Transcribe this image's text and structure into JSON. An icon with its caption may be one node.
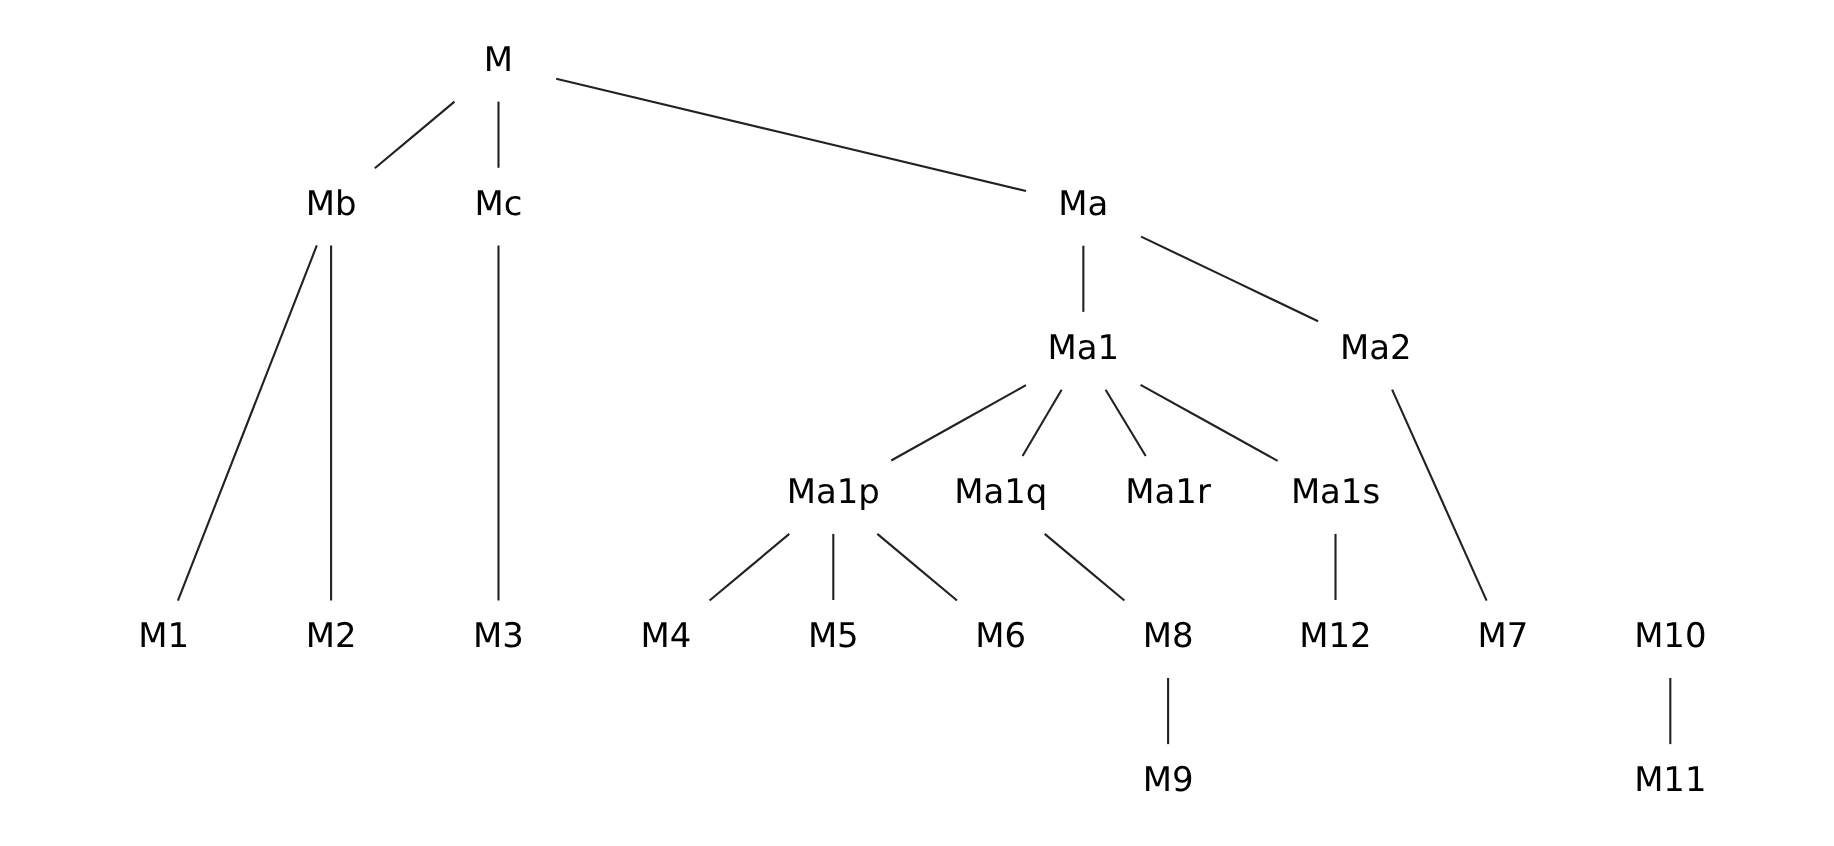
{
  "diagram": {
    "nodes": [
      {
        "text": [
          "M"
        ]
      },
      {
        "text": [
          "Mb"
        ]
      },
      {
        "text": [
          "Mc"
        ]
      },
      {
        "text": [
          "Ma"
        ]
      },
      {
        "text": [
          "Ma1"
        ]
      },
      {
        "text": [
          "Ma2"
        ]
      },
      {
        "text": [
          "Ma1p"
        ]
      },
      {
        "text": [
          "Ma1q"
        ]
      },
      {
        "text": [
          "Ma1r"
        ]
      },
      {
        "text": [
          "Ma1s"
        ]
      },
      {
        "text": [
          "M1"
        ]
      },
      {
        "text": [
          "M2"
        ]
      },
      {
        "text": [
          "M3"
        ]
      },
      {
        "text": [
          "M4"
        ]
      },
      {
        "text": [
          "M5"
        ]
      },
      {
        "text": [
          "M6"
        ]
      },
      {
        "text": [
          "M8"
        ]
      },
      {
        "text": [
          "M10"
        ]
      },
      {
        "text": [
          "M12"
        ]
      },
      {
        "text": [
          "M7"
        ]
      },
      {
        "text": [
          "M9"
        ]
      },
      {
        "text": [
          "M11"
        ]
      }
    ],
    "edges": [
      {
        "from": 0,
        "to": 1,
        "arrow": "none"
      },
      {
        "from": 0,
        "to": 2,
        "arrow": "none"
      },
      {
        "from": 0,
        "to": 3,
        "arrow": "none"
      },
      {
        "from": 3,
        "to": 4,
        "arrow": "none"
      },
      {
        "from": 3,
        "to": 5,
        "arrow": "none"
      },
      {
        "from": 4,
        "to": 6,
        "arrow": "none"
      },
      {
        "from": 4,
        "to": 7,
        "arrow": "none"
      },
      {
        "from": 4,
        "to": 8,
        "arrow": "none"
      },
      {
        "from": 4,
        "to": 9,
        "arrow": "none"
      },
      {
        "from": 1,
        "to": 10,
        "arrow": "none"
      },
      {
        "from": 1,
        "to": 11,
        "arrow": "none"
      },
      {
        "from": 2,
        "to": 12,
        "arrow": "none"
      },
      {
        "from": 6,
        "to": 13,
        "arrow": "none"
      },
      {
        "from": 6,
        "to": 14,
        "arrow": "none"
      },
      {
        "from": 6,
        "to": 15,
        "arrow": "none"
      },
      {
        "from": 7,
        "to": 16,
        "arrow": "none"
      },
      {
        "from": 9,
        "to": 18,
        "arrow": "none"
      },
      {
        "from": 5,
        "to": 19,
        "arrow": "none"
      },
      {
        "from": 16,
        "to": 20,
        "arrow": "none"
      },
      {
        "from": 17,
        "to": 21,
        "arrow": "none"
      }
    ]
  }
}
